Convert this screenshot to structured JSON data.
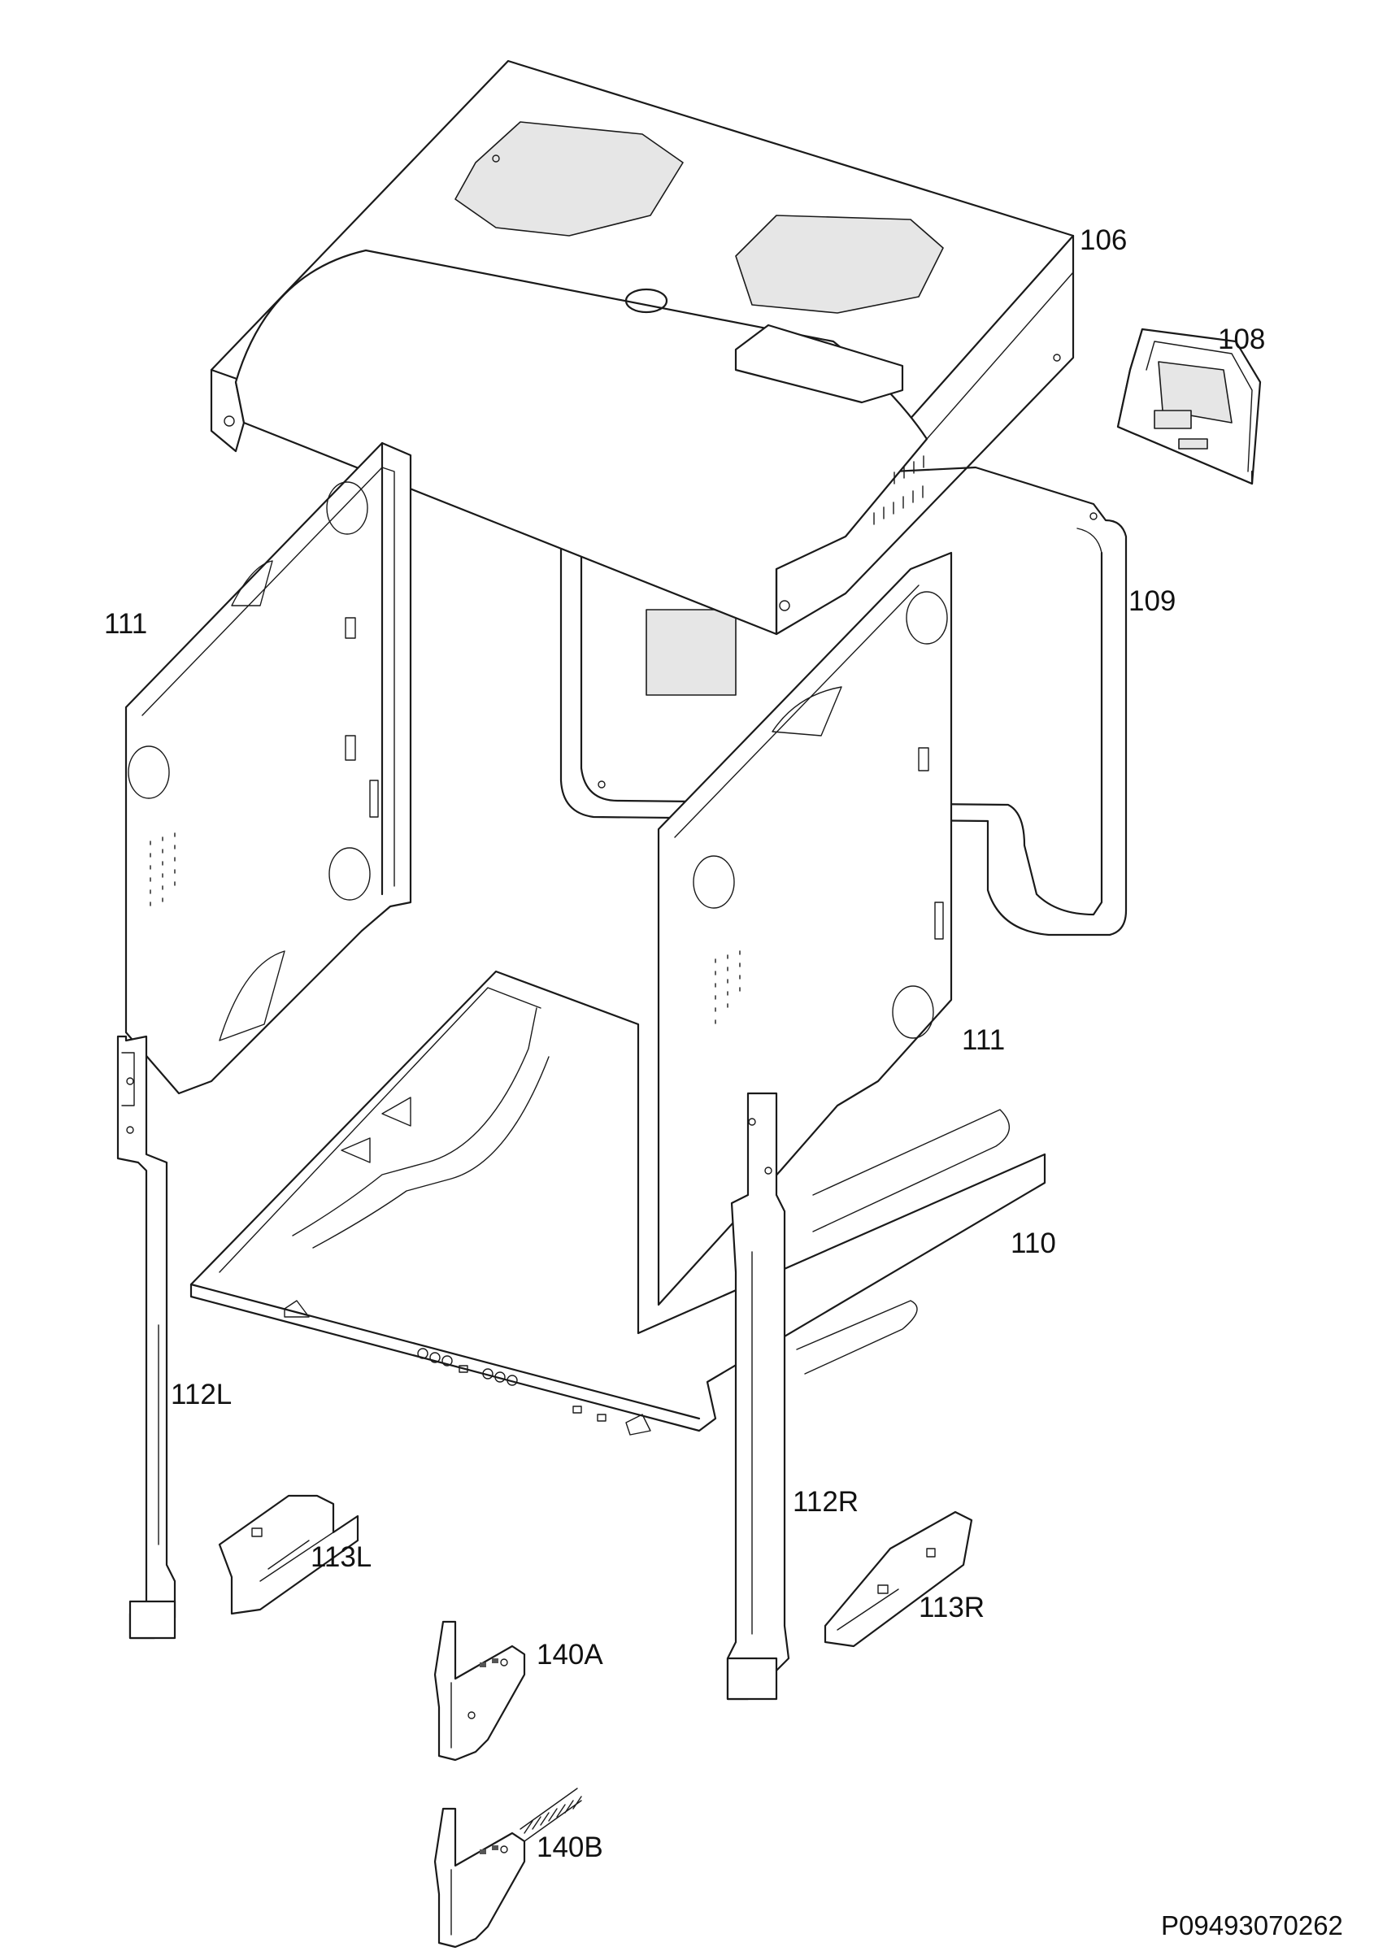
{
  "drawing": {
    "doc_code": "P09493070262",
    "callouts": [
      {
        "id": "106",
        "text": "106"
      },
      {
        "id": "108",
        "text": "108"
      },
      {
        "id": "109",
        "text": "109"
      },
      {
        "id": "111-left",
        "text": "111"
      },
      {
        "id": "111-right",
        "text": "111"
      },
      {
        "id": "110",
        "text": "110"
      },
      {
        "id": "112L",
        "text": "112L"
      },
      {
        "id": "112R",
        "text": "112R"
      },
      {
        "id": "113L",
        "text": "113L"
      },
      {
        "id": "113R",
        "text": "113R"
      },
      {
        "id": "140A",
        "text": "140A"
      },
      {
        "id": "140B",
        "text": "140B"
      }
    ]
  }
}
